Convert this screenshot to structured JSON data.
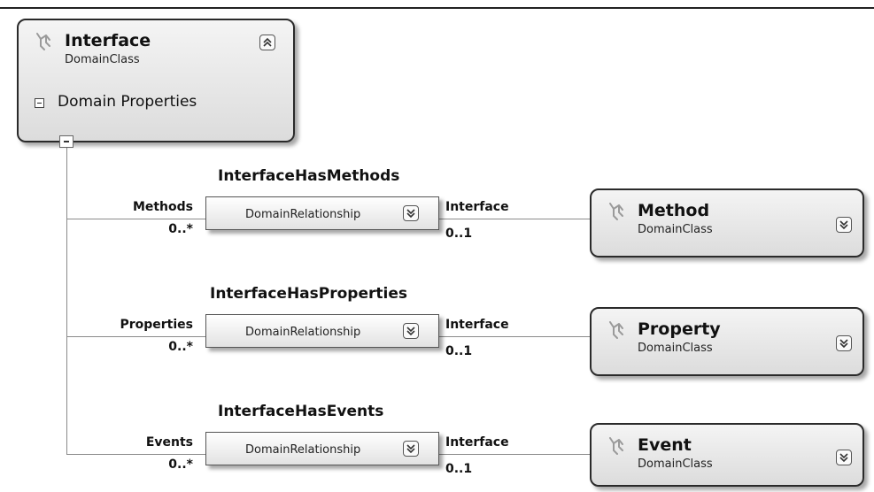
{
  "interface_class": {
    "name": "Interface",
    "kind": "DomainClass",
    "section_label": "Domain Properties",
    "toggle_icon": "chevron-double-up-icon"
  },
  "relationships": [
    {
      "title": "InterfaceHasMethods",
      "kind": "DomainRelationship",
      "source_role": "Methods",
      "source_multiplicity": "0..*",
      "target_role": "Interface",
      "target_multiplicity": "0..1",
      "target_class": {
        "name": "Method",
        "kind": "DomainClass"
      }
    },
    {
      "title": "InterfaceHasProperties",
      "kind": "DomainRelationship",
      "source_role": "Properties",
      "source_multiplicity": "0..*",
      "target_role": "Interface",
      "target_multiplicity": "0..1",
      "target_class": {
        "name": "Property",
        "kind": "DomainClass"
      }
    },
    {
      "title": "InterfaceHasEvents",
      "kind": "DomainRelationship",
      "source_role": "Events",
      "source_multiplicity": "0..*",
      "target_role": "Interface",
      "target_multiplicity": "0..1",
      "target_class": {
        "name": "Event",
        "kind": "DomainClass"
      }
    }
  ],
  "colors": {
    "connector": "#8a8a8a",
    "border": "#2a2a2a",
    "icon": "#9a9a9a"
  },
  "icons": {
    "class_icon": "class-tree-icon",
    "expand_icon": "chevron-double-down-icon"
  }
}
